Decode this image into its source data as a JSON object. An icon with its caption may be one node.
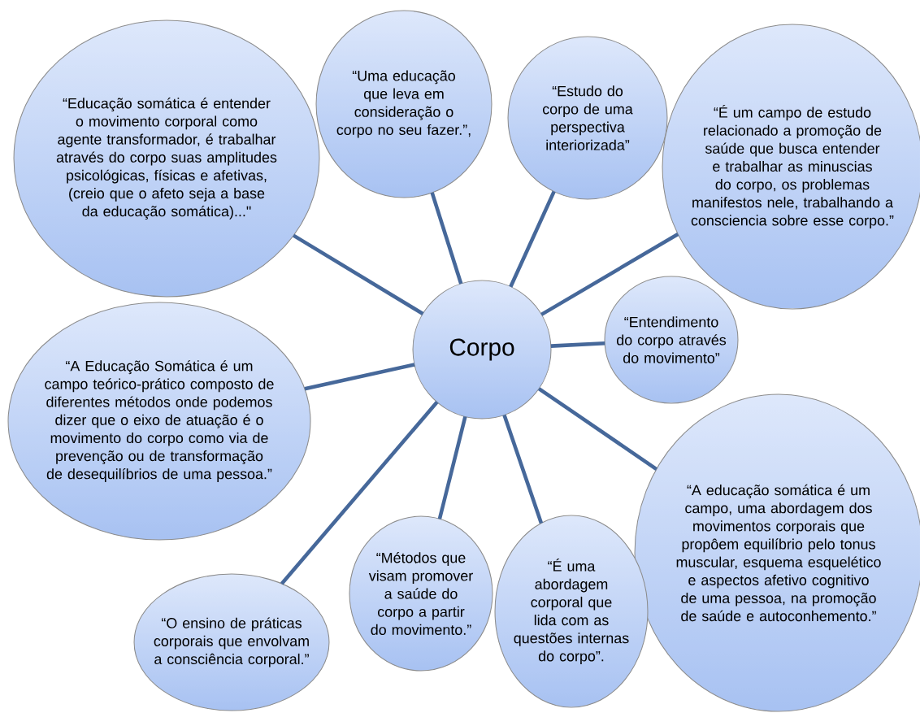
{
  "diagram": {
    "nodes": [
      {
        "text": [
          "Corpo"
        ]
      },
      {
        "text": [
          "“Educação somática é entender o movimento corporal como agente transformador, é trabalhar através do corpo suas amplitudes psicológicas, físicas e afetivas, (creio que o afeto seja a base da educação somática)...\""
        ]
      },
      {
        "text": [
          "“Uma educação que leva em consideração o corpo no seu fazer.”,"
        ]
      },
      {
        "text": [
          "“Estudo do corpo de uma perspectiva interiorizada”"
        ]
      },
      {
        "text": [
          "“É um campo de estudo relacionado a promoção de saúde que busca entender e trabalhar as minuscias do corpo, os problemas manifestos nele, trabalhando a consciencia sobre esse corpo.”"
        ]
      },
      {
        "text": [
          "“Entendimento do corpo através do movimento”"
        ]
      },
      {
        "text": [
          "“A educação somática é um campo, uma abordagem dos movimentos corporais que propôem equilíbrio pelo tonus muscular, esquema esquelético e aspectos afetivo cognitivo de uma pessoa, na promoção de saúde e autoconhemento.”"
        ]
      },
      {
        "text": [
          "“É uma abordagem corporal que lida com as questões internas do corpo”."
        ]
      },
      {
        "text": [
          "“Métodos que visam promover a saúde do corpo a partir do movimento.”"
        ]
      },
      {
        "text": [
          "“O ensino de práticas corporais que envolvam a consciência corporal.”"
        ]
      },
      {
        "text": [
          "“A Educação Somática é um campo teórico-prático composto de diferentes métodos onde podemos dizer que o eixo de atuação é o movimento do corpo como via de prevenção ou de transformação de desequilíbrios de uma pessoa.”"
        ]
      }
    ],
    "edges": [
      {
        "from": 0,
        "to": 1,
        "arrow": "none"
      },
      {
        "from": 0,
        "to": 2,
        "arrow": "none"
      },
      {
        "from": 0,
        "to": 3,
        "arrow": "none"
      },
      {
        "from": 0,
        "to": 4,
        "arrow": "none"
      },
      {
        "from": 0,
        "to": 5,
        "arrow": "none"
      },
      {
        "from": 0,
        "to": 6,
        "arrow": "none"
      },
      {
        "from": 0,
        "to": 7,
        "arrow": "none"
      },
      {
        "from": 0,
        "to": 8,
        "arrow": "none"
      },
      {
        "from": 0,
        "to": 9,
        "arrow": "none"
      },
      {
        "from": 0,
        "to": 10,
        "arrow": "none"
      }
    ]
  }
}
